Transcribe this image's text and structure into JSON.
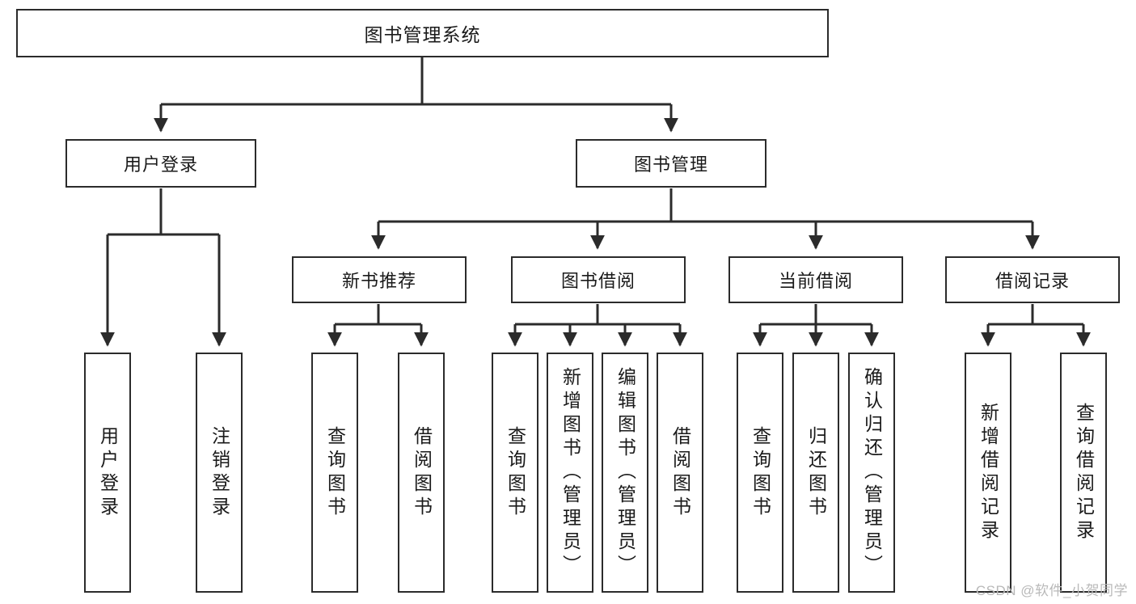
{
  "diagram": {
    "type": "tree",
    "title": "图书管理系统",
    "style": {
      "box_border_color": "#2b2b2b",
      "box_fill_color": "#ffffff",
      "edge_color": "#2b2b2b",
      "text_color": "#1a1a1a",
      "background": "#ffffff"
    },
    "levels": {
      "root": {
        "label": "图书管理系统"
      },
      "level2": [
        {
          "id": "user-login",
          "label": "用户登录"
        },
        {
          "id": "book-manage",
          "label": "图书管理"
        }
      ],
      "level3": [
        {
          "id": "new-book-recommend",
          "label": "新书推荐",
          "parent": "book-manage"
        },
        {
          "id": "book-borrow",
          "label": "图书借阅",
          "parent": "book-manage"
        },
        {
          "id": "current-borrow",
          "label": "当前借阅",
          "parent": "book-manage"
        },
        {
          "id": "borrow-record",
          "label": "借阅记录",
          "parent": "book-manage"
        }
      ],
      "leaves": [
        {
          "id": "leaf-user-login",
          "label": "用户登录",
          "parent": "user-login"
        },
        {
          "id": "leaf-logout",
          "label": "注销登录",
          "parent": "user-login"
        },
        {
          "id": "leaf-query-book-1",
          "label": "查询图书",
          "parent": "new-book-recommend"
        },
        {
          "id": "leaf-borrow-book-1",
          "label": "借阅图书",
          "parent": "new-book-recommend"
        },
        {
          "id": "leaf-query-book-2",
          "label": "查询图书",
          "parent": "book-borrow"
        },
        {
          "id": "leaf-add-book",
          "label": "新增图书（管理员）",
          "parent": "book-borrow"
        },
        {
          "id": "leaf-edit-book",
          "label": "编辑图书（管理员）",
          "parent": "book-borrow"
        },
        {
          "id": "leaf-borrow-book-2",
          "label": "借阅图书",
          "parent": "book-borrow"
        },
        {
          "id": "leaf-query-book-3",
          "label": "查询图书",
          "parent": "current-borrow"
        },
        {
          "id": "leaf-return-book",
          "label": "归还图书",
          "parent": "current-borrow"
        },
        {
          "id": "leaf-confirm-return",
          "label": "确认归还（管理员）",
          "parent": "current-borrow"
        },
        {
          "id": "leaf-add-record",
          "label": "新增借阅记录",
          "parent": "borrow-record"
        },
        {
          "id": "leaf-query-record",
          "label": "查询借阅记录",
          "parent": "borrow-record"
        }
      ]
    }
  },
  "watermark": {
    "text": "CSDN @软件_小贺同学"
  }
}
